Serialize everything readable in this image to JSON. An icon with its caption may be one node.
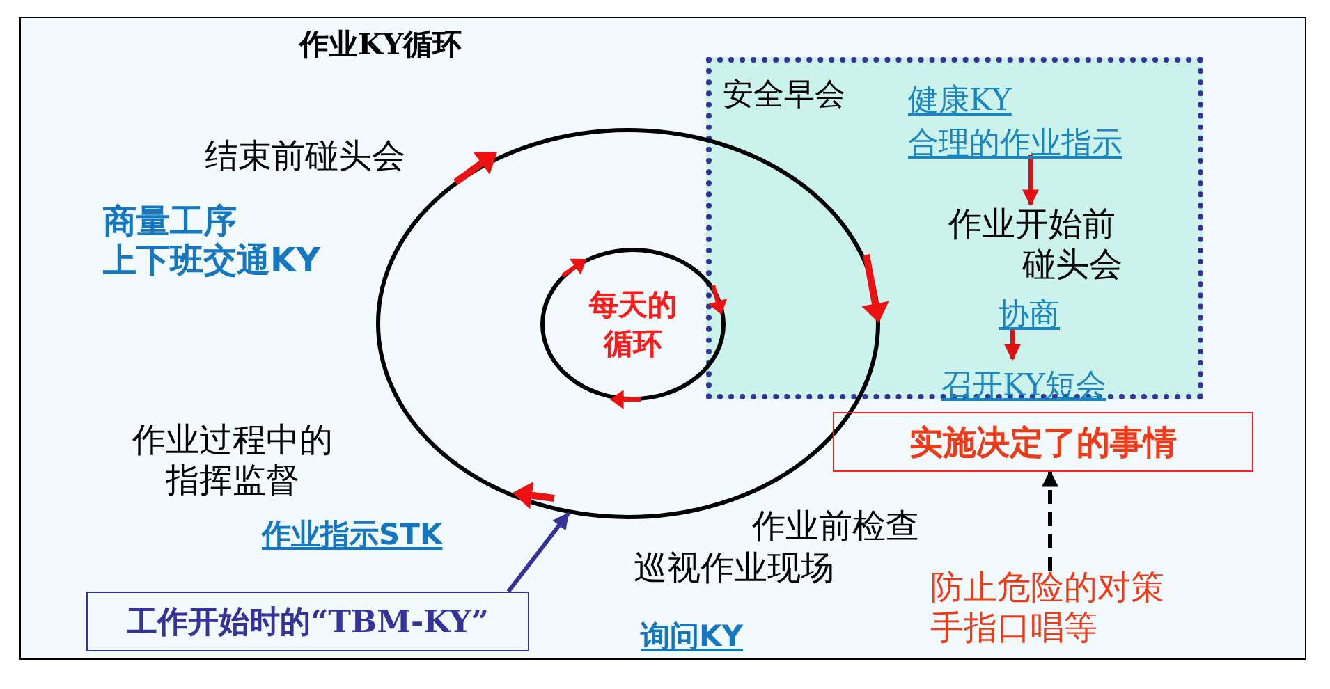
{
  "diagram": {
    "title": "作业KY循环",
    "nodes": [
      {
        "text": [
          "安全早会"
        ]
      },
      {
        "text": [
          "健康KY",
          "合理的作业指示"
        ],
        "in": 0
      },
      {
        "text": [
          "作业开始前碰头会"
        ],
        "in": 0
      },
      {
        "text": [
          "协商"
        ],
        "in": 0
      },
      {
        "text": [
          "召开KY短会"
        ],
        "in": 0
      },
      {
        "text": [
          "实施决定了的事情"
        ]
      },
      {
        "text": [],
        "shape": "circle"
      },
      {
        "text": [
          "每天的循环"
        ],
        "in": 6
      },
      {
        "text": [
          "工作开始时的“TBM-KY”"
        ]
      },
      {
        "text": [
          "防止危险的对策手指口唱等"
        ]
      }
    ],
    "edges": [
      {
        "from": 1,
        "to": 2,
        "arrow": "to",
        "color": "#dd1111"
      },
      {
        "from": 3,
        "to": 4,
        "arrow": "to",
        "color": "#dd1111"
      },
      {
        "from": 9,
        "to": 5,
        "arrow": "to",
        "style": "dashed",
        "color": "#000000"
      },
      {
        "from": 8,
        "to": 6,
        "arrow": "to",
        "color": "#333399"
      }
    ],
    "labels": [
      "结束前碰头会",
      "商量工序",
      "上下班交通KY",
      "作业过程中的指挥监督",
      "作业指示STK",
      "作业前检查",
      "巡视作业现场",
      "询问KY"
    ]
  }
}
